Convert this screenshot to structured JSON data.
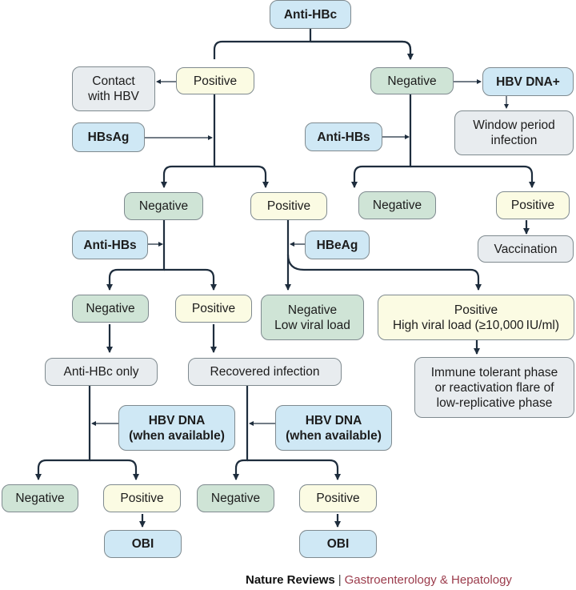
{
  "nodes": {
    "anti_hbc": "Anti-HBc",
    "positive_top": "Positive",
    "negative_top": "Negative",
    "contact_line1": "Contact",
    "contact_line2": "with HBV",
    "hbv_dna_plus": "HBV DNA+",
    "window_line1": "Window period",
    "window_line2": "infection",
    "hbsag": "HBsAg",
    "anti_hbs_right": "Anti-HBs",
    "neg_right": "Negative",
    "pos_right": "Positive",
    "vaccination": "Vaccination",
    "hbsag_negative": "Negative",
    "hbsag_positive": "Positive",
    "anti_hbs_left": "Anti-HBs",
    "hbeag": "HBeAg",
    "antihbs_negative": "Negative",
    "antihbs_positive": "Positive",
    "hbeag_neg_line1": "Negative",
    "hbeag_neg_line2": "Low viral load",
    "hbeag_pos_line1": "Positive",
    "hbeag_pos_line2": "High viral load (≥10,000 IU/ml)",
    "anti_hbc_only": "Anti-HBc only",
    "recovered": "Recovered infection",
    "immune_line1": "Immune tolerant phase",
    "immune_line2": "or reactivation flare of",
    "immune_line3": "low-replicative phase",
    "hbv_dna_left_line1": "HBV DNA",
    "hbv_dna_left_line2": "(when available)",
    "hbv_dna_right_line1": "HBV DNA",
    "hbv_dna_right_line2": "(when available)",
    "dna1_negative": "Negative",
    "dna1_positive": "Positive",
    "dna2_negative": "Negative",
    "dna2_positive": "Positive",
    "obi_left": "OBI",
    "obi_right": "OBI"
  },
  "footer": {
    "journal": "Nature Reviews",
    "separator": "|",
    "section": "Gastroenterology & Hepatology"
  },
  "colors": {
    "blue_box": "#cfe8f5",
    "green_box": "#cfe4d6",
    "yellow_box": "#fbfbe3",
    "grey_box": "#e8ecef",
    "line": "#1e2d3d",
    "footer_section": "#9b3b4b"
  }
}
